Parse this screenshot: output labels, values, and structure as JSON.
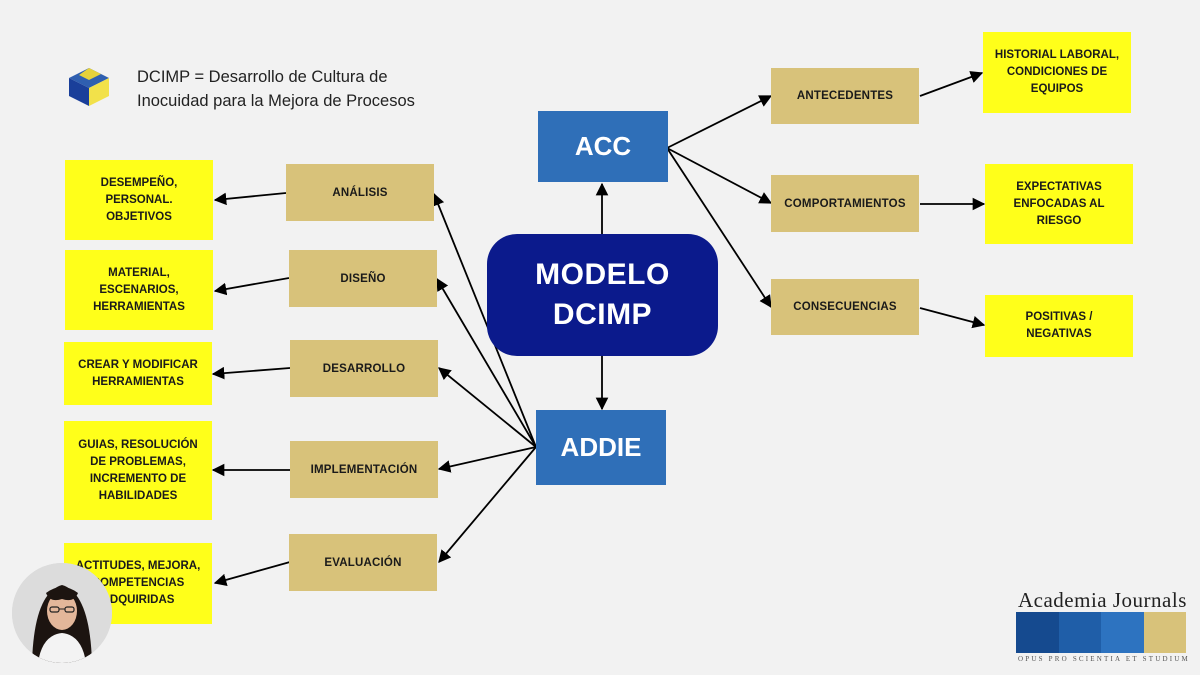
{
  "legend": {
    "text": "DCIMP = Desarrollo de Cultura de Inocuidad para la Mejora de Procesos",
    "icon": "cube-logo-icon"
  },
  "center": {
    "line1": "MODELO",
    "line2": "DCIMP"
  },
  "hubs": {
    "acc": "ACC",
    "addie": "ADDIE"
  },
  "acc_branches": [
    {
      "label": "ANTECEDENTES",
      "detail": [
        "HISTORIAL LABORAL,",
        "CONDICIONES DE",
        "EQUIPOS"
      ]
    },
    {
      "label": "COMPORTAMIENTOS",
      "detail": [
        "EXPECTATIVAS",
        "ENFOCADAS AL",
        "RIESGO"
      ]
    },
    {
      "label": "CONSECUENCIAS",
      "detail": [
        "POSITIVAS /",
        "NEGATIVAS"
      ]
    }
  ],
  "addie_branches": [
    {
      "label": "ANÁLISIS",
      "detail": [
        "DESEMPEÑO,",
        "PERSONAL.",
        "OBJETIVOS"
      ]
    },
    {
      "label": "DISEÑO",
      "detail": [
        "MATERIAL,",
        "ESCENARIOS,",
        "HERRAMIENTAS"
      ]
    },
    {
      "label": "DESARROLLO",
      "detail": [
        "CREAR Y MODIFICAR",
        "HERRAMIENTAS"
      ]
    },
    {
      "label": "IMPLEMENTACIÓN",
      "detail": [
        "GUIAS, RESOLUCIÓN",
        "DE PROBLEMAS,",
        "INCREMENTO DE",
        "HABILIDADES"
      ]
    },
    {
      "label": "EVALUACIÓN",
      "detail": [
        "ACTITUDES, MEJORA,",
        "COMPETENCIAS",
        "ADQUIRIDAS"
      ]
    }
  ],
  "brand": {
    "name": "Academia Journals",
    "motto": "OPUS PRO SCIENTIA ET STUDIUM",
    "colors": [
      "#154a8f",
      "#1f5ea8",
      "#2d73c0",
      "#d8c27a"
    ]
  },
  "colors": {
    "center": "#0b1a8c",
    "hub": "#2f6fb8",
    "branch": "#d8c27a",
    "detail": "#ffff1a"
  },
  "presenter": {
    "icon": "presenter-avatar-icon"
  }
}
